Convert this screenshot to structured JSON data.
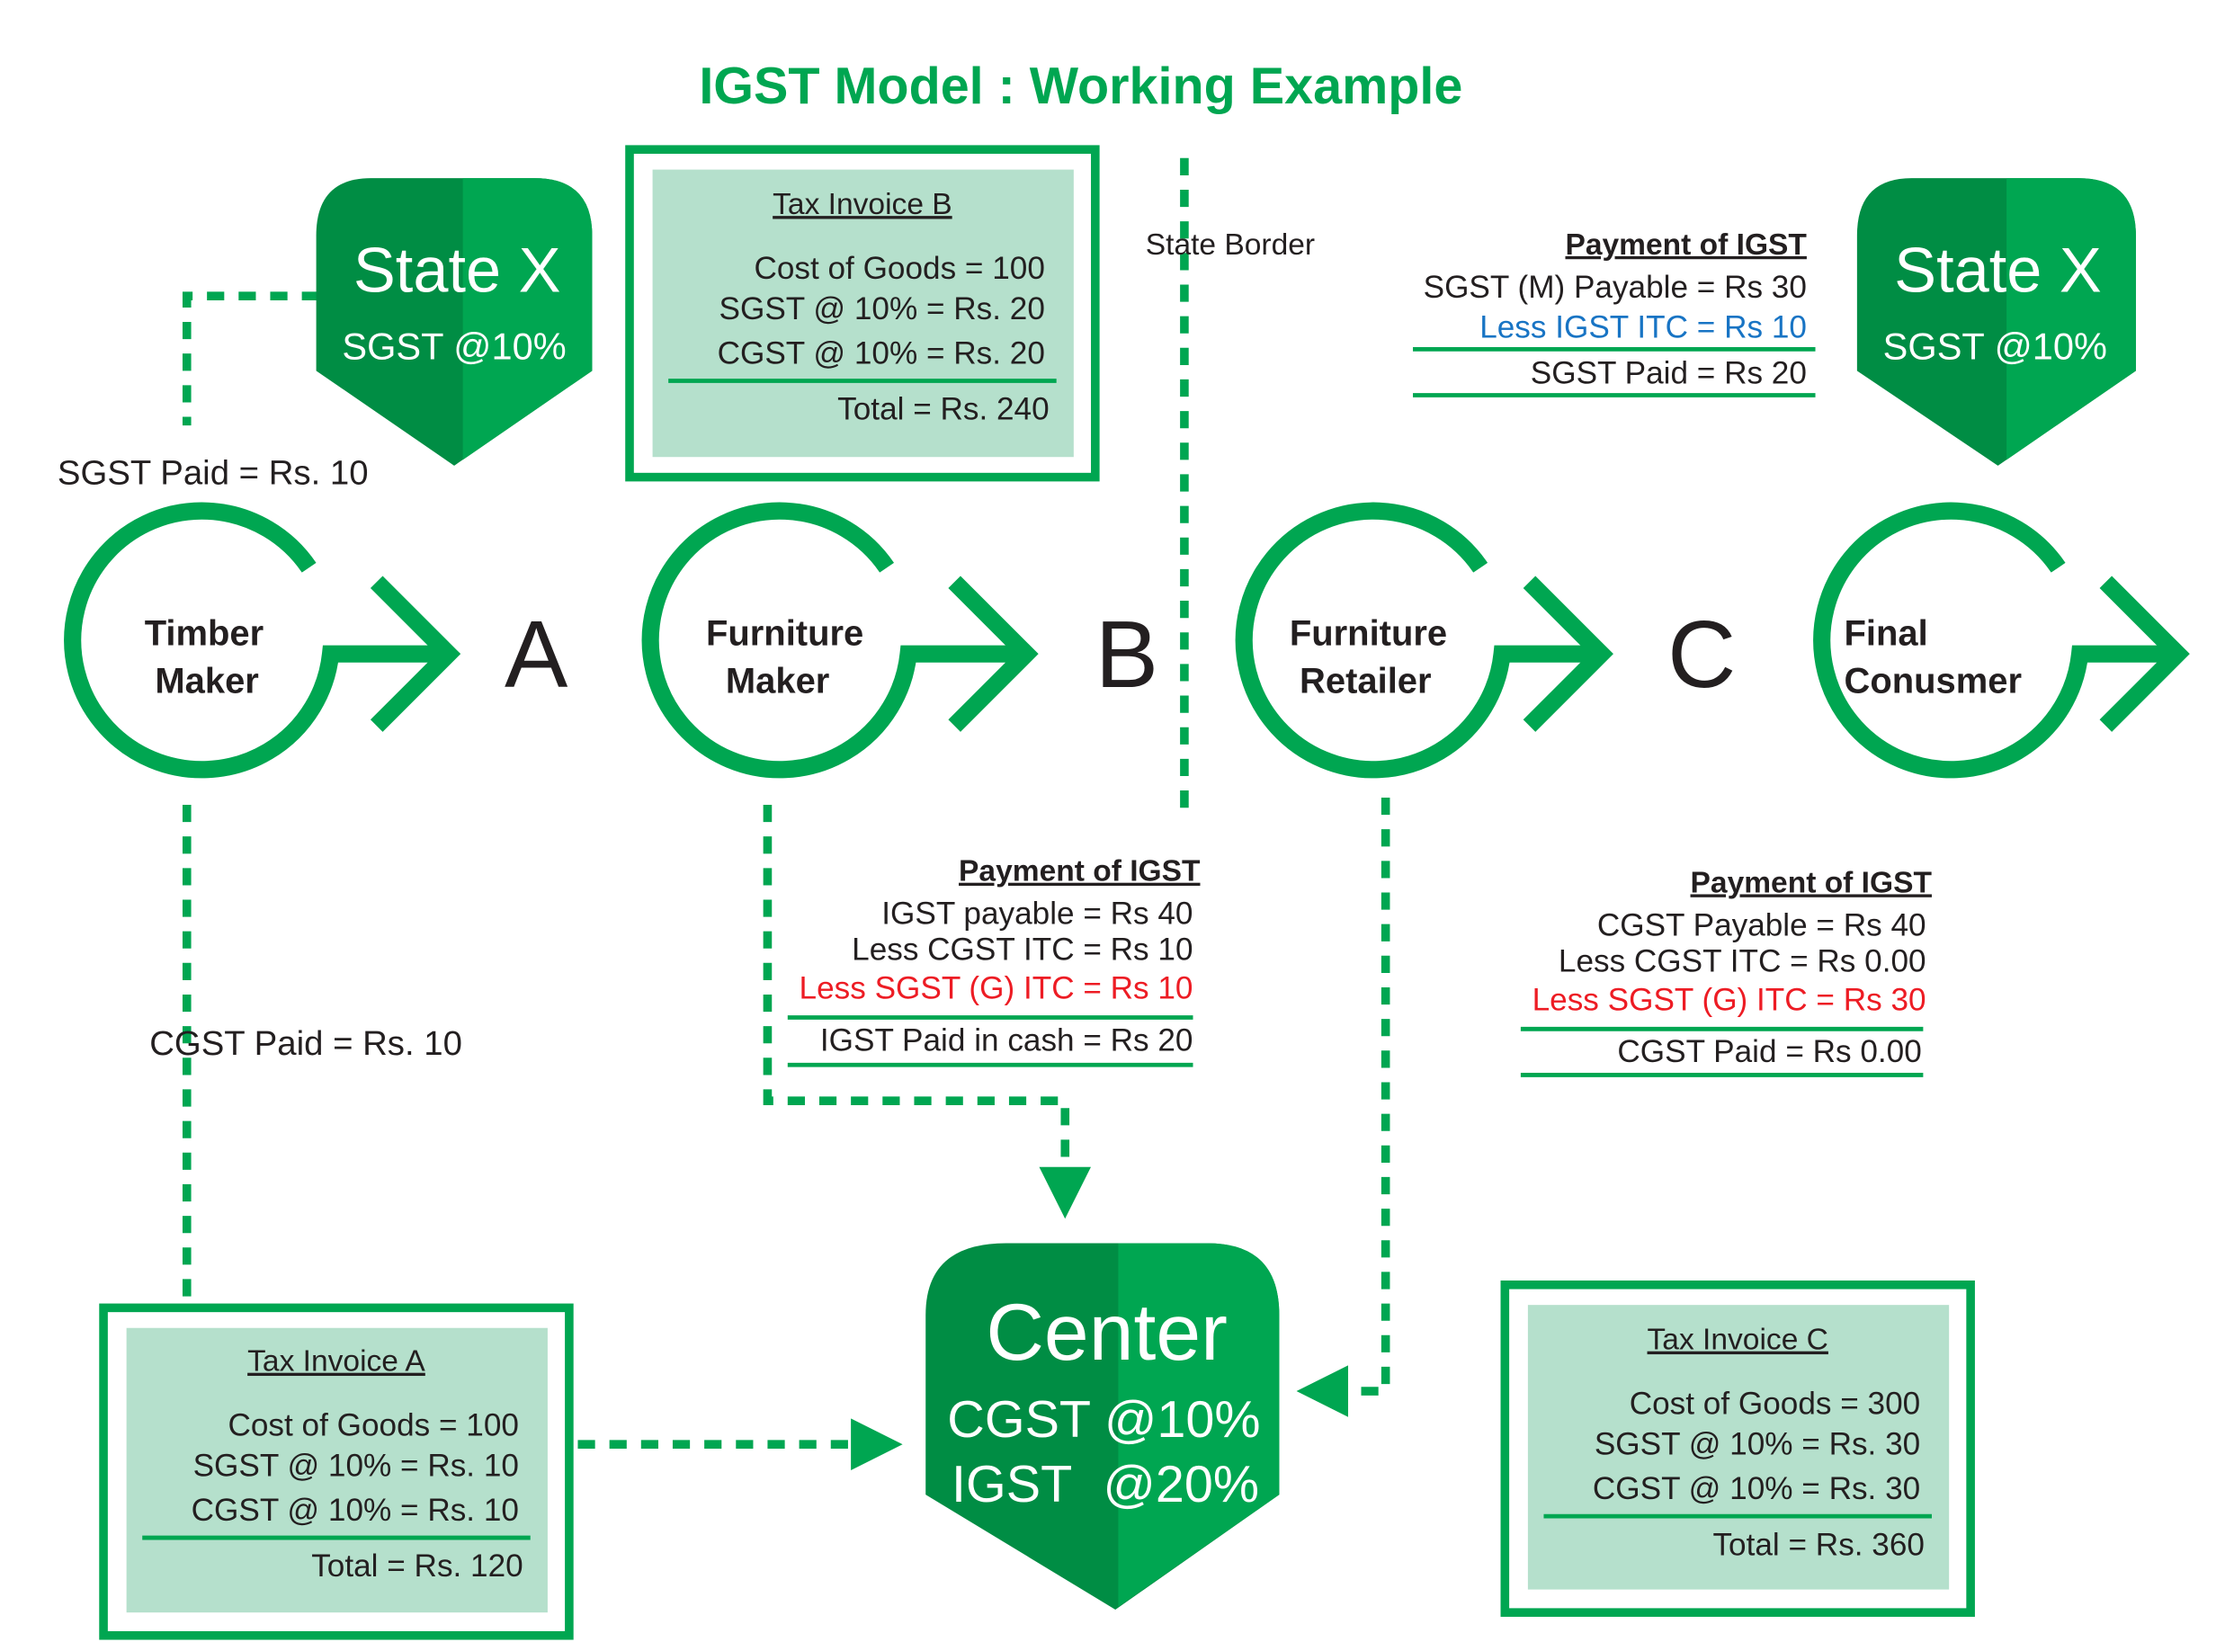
{
  "title": "IGST Model : Working Example",
  "colors": {
    "green": "#00a651",
    "dark_green": "#008d44",
    "light_green": "#b5e0cc",
    "blue": "#1874c4",
    "red": "#ed1c24",
    "text": "#231f20"
  },
  "state_left": {
    "name": "State X",
    "rate": "SGST @10%"
  },
  "state_right": {
    "name": "State X",
    "rate": "SGST @10%"
  },
  "center": {
    "name": "Center",
    "cgst": "CGST @10%",
    "igst": "IGST",
    "igst_rate": "@20%"
  },
  "state_border_label": "State Border",
  "nodes": [
    {
      "line1": "Timber",
      "line2": "Maker",
      "letter": "A"
    },
    {
      "line1": "Furniture",
      "line2": "Maker",
      "letter": "B"
    },
    {
      "line1": "Furniture",
      "line2": "Retailer",
      "letter": "C"
    },
    {
      "line1": "Final",
      "line2": "Conusmer"
    }
  ],
  "sgst_paid_a": "SGST Paid = Rs. 10",
  "cgst_paid_a": "CGST Paid = Rs. 10",
  "invoices": {
    "a": {
      "title": "Tax Invoice A",
      "lines": [
        "Cost of Goods = 100",
        "SGST @ 10% = Rs. 10",
        "CGST @ 10% = Rs. 10"
      ],
      "total": "Total = Rs. 120"
    },
    "b": {
      "title": "Tax Invoice B",
      "lines": [
        "Cost of Goods = 100",
        "SGST @ 10% = Rs. 20",
        "CGST @ 10% = Rs. 20"
      ],
      "total": "Total = Rs. 240"
    },
    "c": {
      "title": "Tax Invoice C",
      "lines": [
        "Cost of Goods = 300",
        "SGST @ 10% = Rs. 30",
        "CGST @ 10% = Rs. 30"
      ],
      "total": "Total = Rs. 360"
    }
  },
  "payment_b": {
    "title": "Payment of IGST",
    "line1": "IGST payable = Rs 40",
    "line2": "Less CGST ITC = Rs 10",
    "line3": "Less SGST (G) ITC = Rs 10",
    "result": "IGST Paid in cash = Rs 20"
  },
  "payment_c_state": {
    "title": "Payment of IGST",
    "line1": "SGST (M) Payable = Rs 30",
    "line2": "Less IGST ITC = Rs 10",
    "result": "SGST Paid = Rs 20"
  },
  "payment_c_center": {
    "title": "Payment of IGST",
    "line1": "CGST Payable = Rs 40",
    "line2": "Less CGST ITC = Rs 0.00",
    "line3": "Less SGST (G) ITC = Rs 30",
    "result": "CGST Paid = Rs 0.00"
  }
}
